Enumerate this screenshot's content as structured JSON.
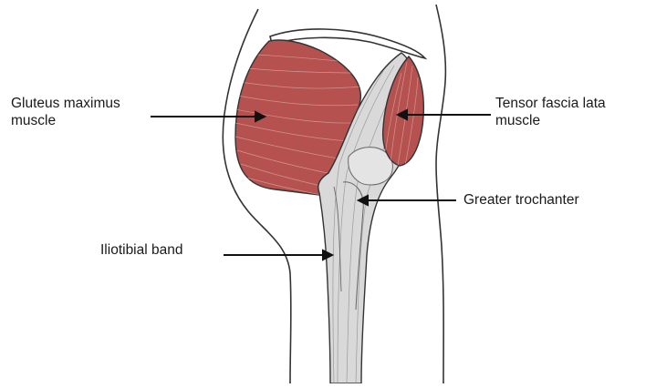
{
  "labels": {
    "gluteus": [
      "Gluteus maximus",
      "muscle"
    ],
    "tensor": [
      "Tensor fascia lata",
      "muscle"
    ],
    "trochanter": "Greater trochanter",
    "itb": "Iliotibial band"
  },
  "colors": {
    "muscle": "#b5514f",
    "muscle_fiber": "#d9a7a2",
    "band": "#d9d9d9",
    "outline": "#333333"
  }
}
